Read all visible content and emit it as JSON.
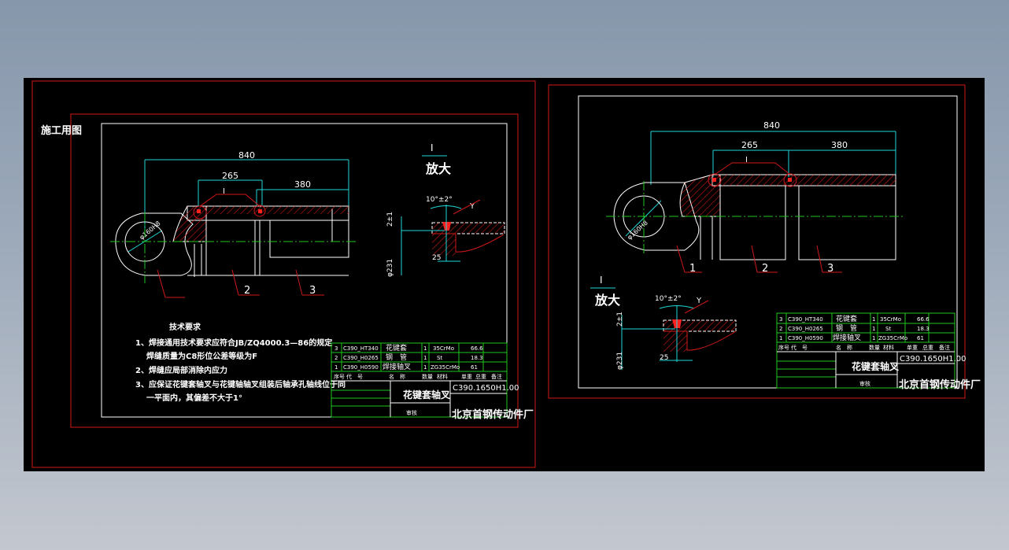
{
  "sheet_label": "施工用图",
  "dimensions": {
    "overall": "840",
    "weld_span": "265",
    "tube_len": "380",
    "bore": "φ160H8",
    "angle": "10°±2°",
    "gap": "2±1",
    "dia": "φ231",
    "depth": "25"
  },
  "detail": {
    "mark": "I",
    "title": "放大",
    "weld_symbol": "Y"
  },
  "parts_labels": [
    "1",
    "2",
    "3"
  ],
  "tech_requirements": {
    "title": "技术要求",
    "lines": [
      "1、焊接通用技术要求应符合JB/ZQ4000.3—86的规定",
      "焊缝质量为C8形位公差等级为F",
      "2、焊缝应局部消除内应力",
      "3、应保证花键套轴叉与花键轴轴叉组装后轴承孔轴线位于同",
      "一平面内，其偏差不大于1°"
    ]
  },
  "bom": [
    {
      "no": "3",
      "code": "C390_HT340",
      "name": "花键套",
      "qty": "1",
      "material": "35CrMo",
      "weight": "66.6"
    },
    {
      "no": "2",
      "code": "C390_H0265",
      "name": "钢　管",
      "qty": "1",
      "material": "St",
      "weight": "18.3"
    },
    {
      "no": "1",
      "code": "C390_H0590",
      "name": "焊接轴叉",
      "qty": "1",
      "material": "ZG35CrMo",
      "weight": "61"
    }
  ],
  "bom_header": [
    "序号",
    "代　号",
    "名　称",
    "数量",
    "材料",
    "单重",
    "总重",
    "备注"
  ],
  "title_block": {
    "drawing_name": "花键套轴叉",
    "drawing_no": "C390.1650H1.00",
    "company": "北京首钢传动件厂",
    "sign": "审核"
  },
  "colors": {
    "frame_red": "#d01818",
    "dim_cyan": "#20d8d8",
    "grid_green": "#20c820",
    "center_green": "#20c820"
  }
}
